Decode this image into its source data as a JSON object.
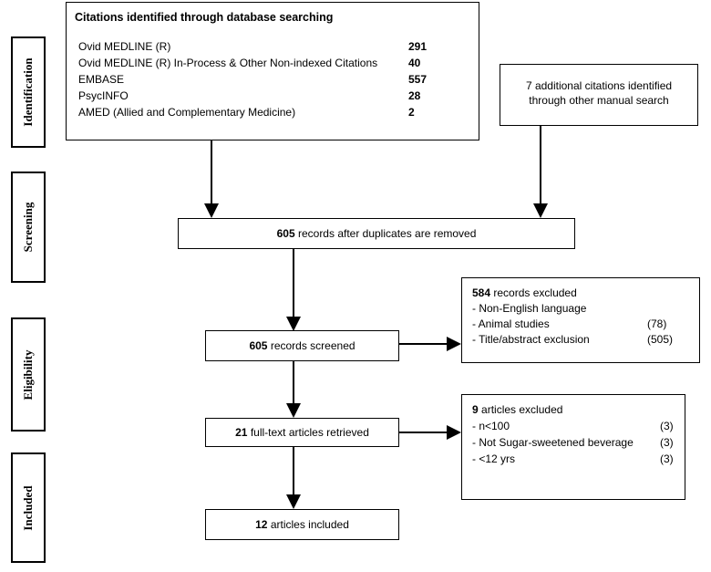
{
  "stages": {
    "identification": "Identification",
    "screening": "Screening",
    "eligibility": "Eligibility",
    "included": "Included"
  },
  "identified": {
    "title": "Citations identified through database searching",
    "sources": [
      {
        "name": "Ovid MEDLINE (R)",
        "count": "291"
      },
      {
        "name": "Ovid MEDLINE (R) In-Process & Other Non-indexed Citations",
        "count": "40"
      },
      {
        "name": "EMBASE",
        "count": "557"
      },
      {
        "name": "PsycINFO",
        "count": "28"
      },
      {
        "name": "AMED (Allied and Complementary Medicine)",
        "count": "2"
      }
    ]
  },
  "manual": {
    "line1": "7 additional citations identified",
    "line2": "through other manual search"
  },
  "after_duplicates": {
    "count": "605",
    "text": "records after duplicates are removed"
  },
  "screened": {
    "count": "605",
    "text": "records screened"
  },
  "excluded_records": {
    "count": "584",
    "text": "records excluded",
    "items": [
      {
        "label": "- Non-English language"
      },
      {
        "label": "- Animal studies",
        "count": "(78)"
      },
      {
        "label": "- Title/abstract exclusion",
        "count": "(505)"
      }
    ]
  },
  "fulltext": {
    "count": "21",
    "text": "full-text articles retrieved"
  },
  "excluded_articles": {
    "count": "9",
    "text": "articles excluded",
    "items": [
      {
        "label": "- n<100",
        "count": "(3)"
      },
      {
        "label": "- Not Sugar-sweetened beverage",
        "count": "(3)"
      },
      {
        "label": "- <12 yrs",
        "count": "(3)"
      }
    ]
  },
  "included": {
    "count": "12",
    "text": "articles included"
  }
}
